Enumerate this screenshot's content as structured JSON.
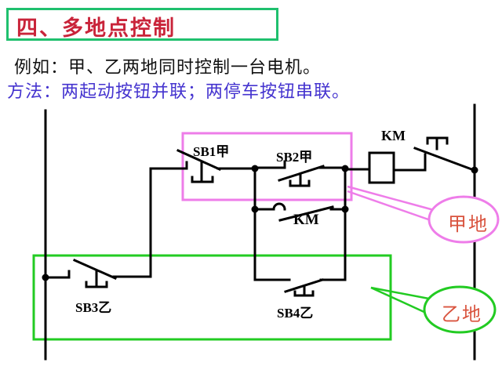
{
  "slide": {
    "title": "四、多地点控制",
    "example_line": "例如：甲、乙两地同时控制一台电机。",
    "method_line": "方法：两起动按钮并联；两停车按钮串联。"
  },
  "circuit": {
    "labels": {
      "sb1": "SB1甲",
      "sb2": "SB2甲",
      "sb3": "SB3乙",
      "sb4": "SB4乙",
      "km_coil": "KM",
      "km_aux": "KM"
    },
    "callouts": {
      "location_a": "甲地",
      "location_b": "乙地"
    }
  },
  "colors": {
    "title_text": "#c9243a",
    "title_border": "#1fc06e",
    "example_text": "#111111",
    "method_text": "#4433cf",
    "circuit_lines": "#000000",
    "location_a_outline": "#ee7de9",
    "location_b_outline": "#22cb22",
    "callout_text": "#d9543f",
    "background": "#ffffff"
  }
}
